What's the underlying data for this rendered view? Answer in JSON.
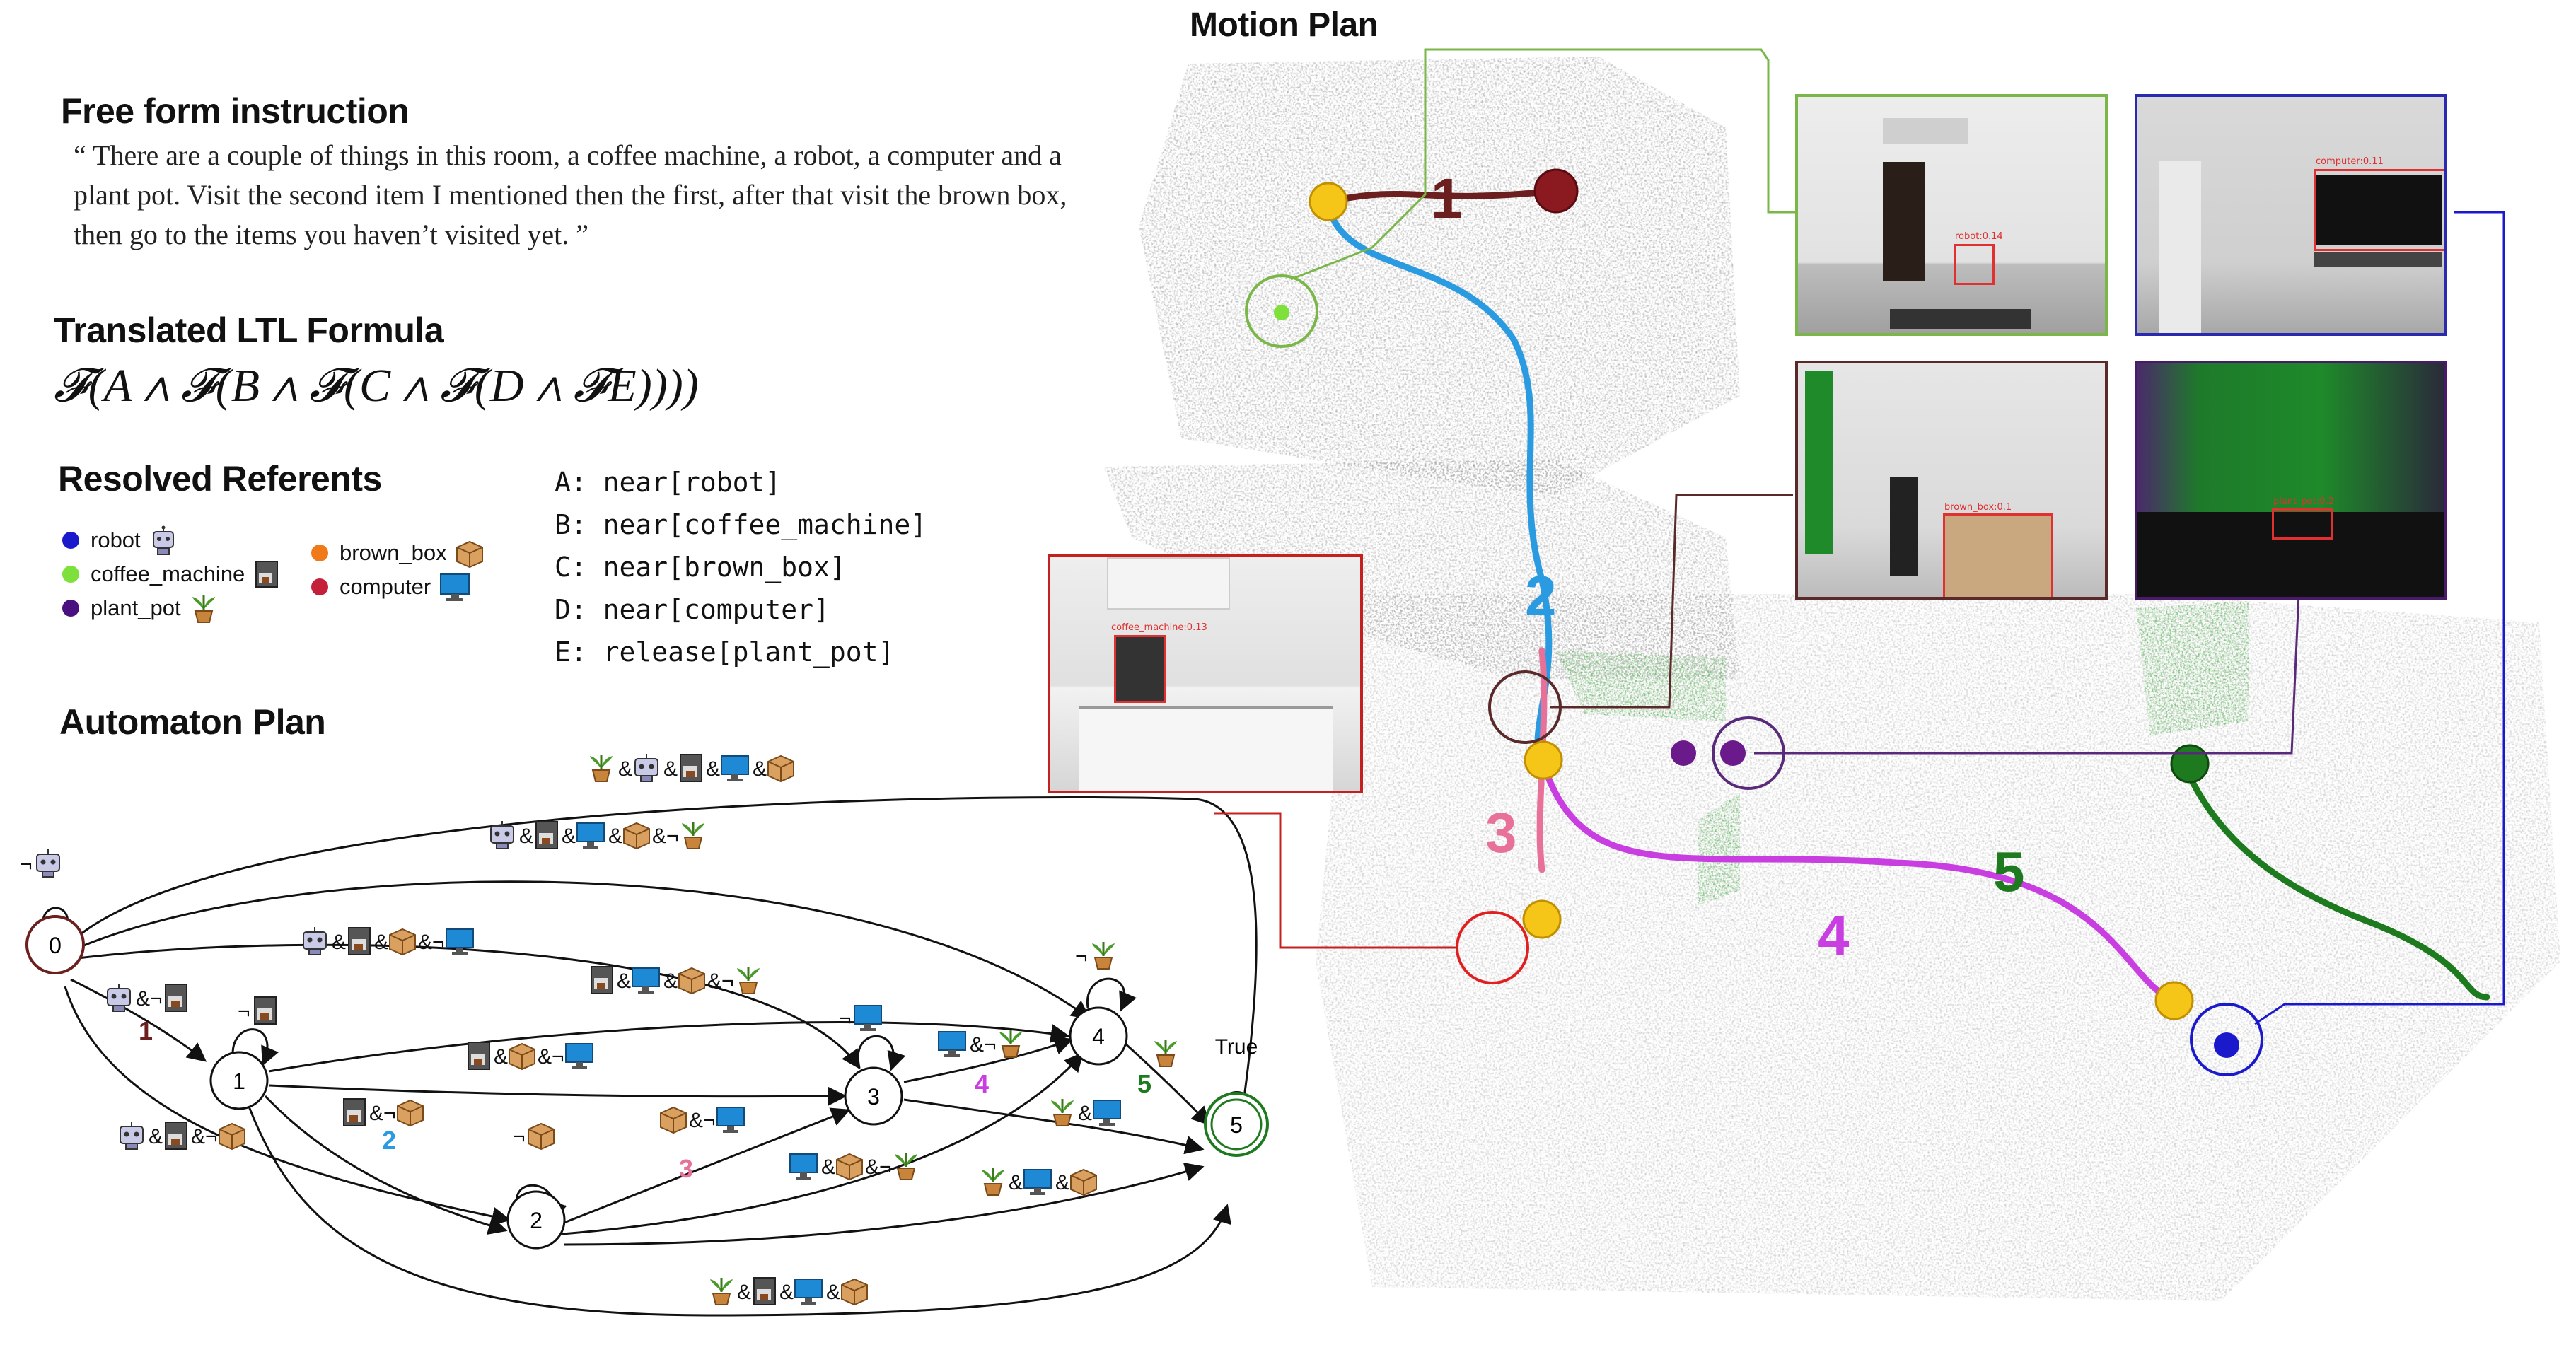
{
  "motion_plan": {
    "title": "Motion Plan",
    "path_labels": [
      "1",
      "2",
      "3",
      "4",
      "5"
    ],
    "colors": {
      "p1": "#6b1f1f",
      "p2": "#2a9be0",
      "p3": "#e8719a",
      "p4": "#c93ee0",
      "p5": "#1e7a1e"
    }
  },
  "instruction": {
    "title": "Free form instruction",
    "text": "“ There are a couple of things in this room, a coffee machine, a robot, a computer and a plant pot. Visit the second item I mentioned then the first, after that visit the brown box, then go to the items you haven’t visited yet. ”"
  },
  "ltl": {
    "title": "Translated LTL Formula",
    "formula": "𝓕(A ∧ 𝓕(B ∧ 𝓕(C ∧ 𝓕(D ∧ 𝓕E))))"
  },
  "referents": {
    "title": "Resolved  Referents",
    "legend": [
      {
        "label": "robot",
        "color": "#1a1acc",
        "icon": "robot-icon"
      },
      {
        "label": "coffee_machine",
        "color": "#7ee03a",
        "icon": "coffee-machine-icon"
      },
      {
        "label": "plant_pot",
        "color": "#4a1080",
        "icon": "plant-pot-icon"
      },
      {
        "label": "brown_box",
        "color": "#f07a1a",
        "icon": "brown-box-icon"
      },
      {
        "label": "computer",
        "color": "#c4203a",
        "icon": "computer-icon"
      }
    ],
    "mappings": [
      "A: near[robot]",
      "B: near[coffee_machine]",
      "C: near[brown_box]",
      "D: near[computer]",
      "E: release[plant_pot]"
    ]
  },
  "automaton": {
    "title": "Automaton Plan",
    "states": [
      "0",
      "1",
      "2",
      "3",
      "4",
      "5"
    ],
    "true_label": "True",
    "step_labels": [
      "1",
      "2",
      "3",
      "4",
      "5"
    ]
  },
  "detections": {
    "robot": "robot:0.14",
    "computer": "computer:0.11",
    "brown_box": "brown_box:0.1",
    "plant_pot": "plant_pot:0.2",
    "coffee_machine": "coffee_machine:0.13"
  }
}
